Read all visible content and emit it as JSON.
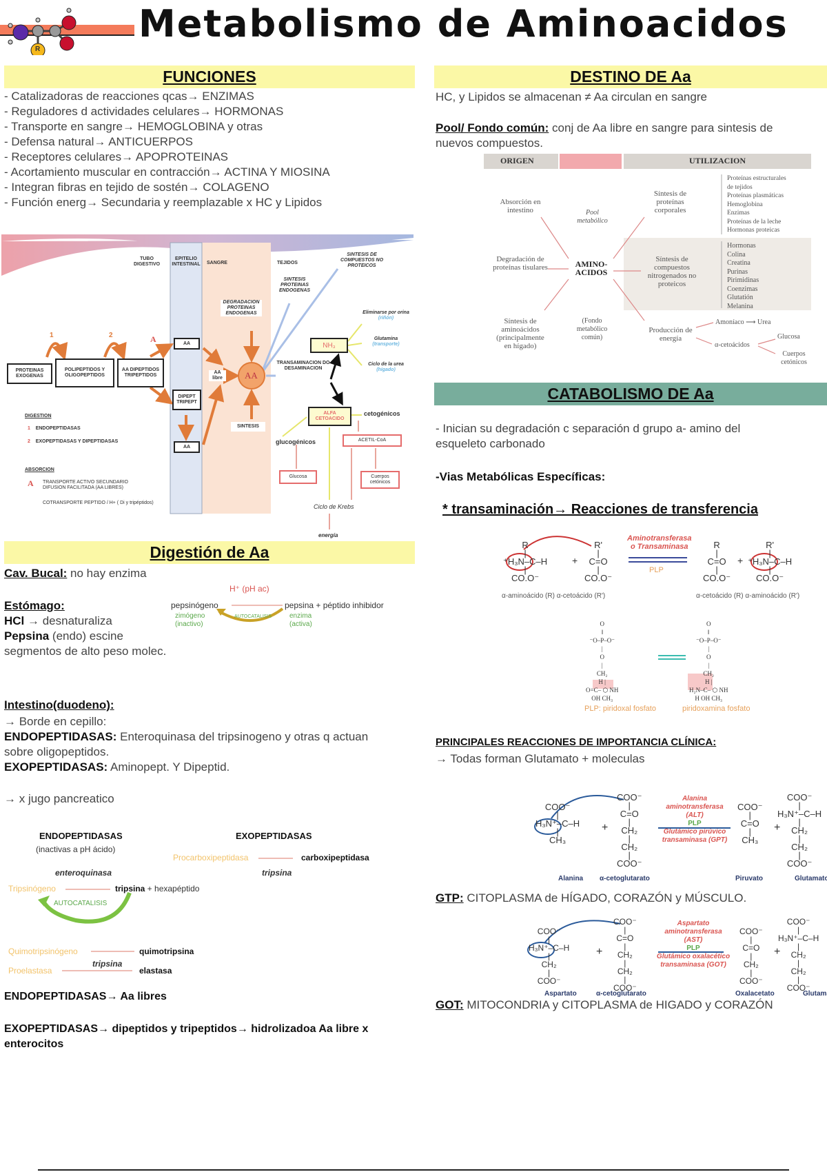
{
  "header": {
    "title": "Metabolismo de Aminoacidos",
    "logo_label": "R"
  },
  "colors": {
    "accent_line": "#f47b5b",
    "yellow_bar": "#fbf8a6",
    "teal_bar": "#78ad9c"
  },
  "funciones": {
    "title": "FUNCIONES",
    "items": [
      "- Catalizadoras de reacciones qcas→  ENZIMAS",
      "- Reguladores d actividades celulares→  HORMONAS",
      "- Transporte en sangre→  HEMOGLOBINA y otras",
      "- Defensa natural→  ANTICUERPOS",
      "- Receptores celulares→  APOPROTEINAS",
      "- Acortamiento muscular en contracción→  ACTINA Y MIOSINA",
      "- Integran fibras en tejido de sostén→  COLAGENO",
      "- Función energ→  Secundaria y reemplazable x HC y Lipidos"
    ]
  },
  "diagram": {
    "tubo": "TUBO DIGESTIVO",
    "epitelio": "EPITELIO INTESTINAL",
    "sangre": "SANGRE",
    "tejidos": "TEJIDOS",
    "sintesis_no_prot": "SINTESIS DE COMPUESTOS NO PROTEICOS",
    "sintesis_prot": "SINTESIS PROTEINAS ENDOGENAS",
    "degradacion": "DEGRADACION PROTEINAS ENDOGENAS",
    "sintesis": "SINTESIS",
    "proteinas": "PROTEINAS EXOGENAS",
    "polipeptidos": "POLIPEPTIDOS Y OLIGOPEPTIDOS",
    "aa_di": "AA DIPEPTIDOS TRIPEPTIDOS",
    "aa": "AA",
    "dipept": "DIPEPT TRIPEPT",
    "aa_libre": "AA libre",
    "aa_circle": "AA",
    "step1": "1",
    "step2": "2",
    "stepA": "A",
    "nh3": "NH₃",
    "eliminarse": "Eliminarse por orina",
    "eliminarse_b": "(riñón)",
    "glutamina": "Glutamina",
    "glutamina_b": "(transporte)",
    "ciclo_urea": "Ciclo de la urea",
    "ciclo_urea_b": "(hígado)",
    "transaminacion": "TRANSAMINACION DO DESAMINACION",
    "alfa": "ALFA CETOACIDO",
    "cetogenicos": "cetogénicos",
    "glucogenicos": "glucogénicos",
    "glucosa": "Glucosa",
    "acetil": "ACETIL-CoA",
    "cuerpos": "Cuerpos cetónicos",
    "krebs": "Ciclo de Krebs",
    "energia": "energía",
    "legend_digestion": "DIGESTION",
    "legend_1": "ENDOPEPTIDASAS",
    "legend_2": "EXOPEPTIDASAS Y DIPEPTIDASAS",
    "legend_absorcion": "ABSORCION",
    "legend_A1": "TRANSPORTE ACTIVO SECUNDARIO",
    "legend_A2": "DIFUSION FACILITADA (AA LIBRES)",
    "legend_cotransporte": "COTRANSPORTE PEPTIDO / H+ ( Di y tripéptidos)"
  },
  "digestion": {
    "title": "Digestión de Aa",
    "cav_label": "Cav. Bucal:",
    "cav_text": " no hay enzima",
    "est_label": "Estómago:",
    "hcl_label": "HCl",
    "hcl_text": " → desnaturaliza",
    "pepsina_label": "Pepsina",
    "pepsina_text": " (endo) escine",
    "segmentos": "segmentos de alto peso molec.",
    "pep_h": "H⁺ (pH ac)",
    "pep_pepsinogeno": "pepsinógeno",
    "pep_product": "pepsina  +  péptido inhibidor",
    "pep_zimogeno": "zimógeno",
    "pep_inactivo": "(inactivo)",
    "pep_auto": "AUTOCATALISIS",
    "pep_enzima": "enzima",
    "pep_activa": "(activa)",
    "int_label": "Intestino(duodeno):",
    "borde": "→ Borde en cepillo:",
    "endo_label": "ENDOPEPTIDASAS:",
    "endo_text": " Enteroquinasa del tripsinogeno y otras q actuan",
    "endo_text2": "sobre oligopeptidos.",
    "exo_label": "EXOPEPTIDASAS:",
    "exo_text": " Aminopept. Y Dipeptid.",
    "jugo": "→ x jugo pancreatico",
    "endo_h": "ENDOPEPTIDASAS",
    "endo_sub": "(inactivas a pH ácido)",
    "exo_h": "EXOPEPTIDASAS",
    "procarb": "Procarboxipeptidasa",
    "carbox": "carboxipeptidasa",
    "tripsina_lbl1": "tripsina",
    "enteroq": "enteroquinasa",
    "tripsinogeno": "Tripsinógeno",
    "tripsina": "tripsina",
    "hexa": " + hexapéptido",
    "auto": "AUTOCATALISIS",
    "quimog": "Quimotripsinógeno",
    "quimo": "quimotripsina",
    "tripsina_lbl2": "tripsina",
    "proel": "Proelastasa",
    "elast": "elastasa",
    "sum1_a": "ENDOPEPTIDASAS",
    "sum1_b": "→ Aa libres",
    "sum2_a": "EXOPEPTIDASAS",
    "sum2_b": "→ dipeptidos y tripeptidos→ hidrolizadoa Aa libre x",
    "sum2_c": "enterocitos"
  },
  "destino": {
    "title": "DESTINO DE Aa",
    "line1": "HC, y Lipidos se almacenan ≠ Aa circulan en sangre",
    "pool_label": "Pool/ Fondo común:",
    "pool_text": " conj de Aa libre en sangre para sintesis de",
    "pool_text2": "nuevos compuestos.",
    "table": {
      "origen": "ORIGEN",
      "utilizacion": "UTILIZACION",
      "abs": "Absorción en intestino",
      "pool": "Pool metabólico",
      "degr": "Degradación de proteínas tisulares",
      "amino": "AMINO-ACIDOS",
      "sint_aa": "Síntesis de aminoácidos (principalmente en hígado)",
      "fondo": "(Fondo metabólico común)",
      "sint_prot": "Síntesis de proteínas corporales",
      "prot_list": [
        "Proteínas estructurales",
        "de tejidos",
        "Proteínas plasmáticas",
        "Hemoglobina",
        "Enzimas",
        "Proteínas de la leche",
        "Hormonas proteicas"
      ],
      "sint_comp": "Síntesis de compuestos nitrogenados no proteicos",
      "comp_list": [
        "Hormonas",
        "Colina",
        "Creatina",
        "Purinas",
        "Pirimidinas",
        "Coenzimas",
        "Glutatión",
        "Melanina"
      ],
      "prod_en": "Producción de energía",
      "amoniaco": "Amoníaco ⟶ Urea",
      "cetoacidos": "α-cetoácidos",
      "glucosa": "Glucosa",
      "cuerpos": "Cuerpos cetónicos"
    }
  },
  "catabolismo": {
    "title": "CATABOLISMO DE Aa",
    "line1": "- Inician su degradación c separación d grupo a- amino del",
    "line2": "esqueleto carbonado",
    "vias": "-Vias Metabólicas Específicas:",
    "trans": "* transaminación→  Reacciones de transferencia",
    "rx": {
      "s1": [
        "R",
        "|",
        "⁺H₃N–C–H",
        "|",
        "CO.O⁻"
      ],
      "s2": [
        "R'",
        "|",
        "C=O",
        "|",
        "CO.O⁻"
      ],
      "s3": [
        "R",
        "|",
        "C=O",
        "|",
        "CO.O⁻"
      ],
      "s4": [
        "R'",
        "|",
        "⁺H₃N–C–H",
        "|",
        "CO.O⁻"
      ],
      "plus": "+",
      "enzyme1": "Aminotransferasa",
      "enzyme2": "o Transaminasa",
      "plp": "PLP",
      "lbl_left": "α-aminoácido (R)  α-cetoácido (R')",
      "lbl_right": "α-cetoácido (R)  α-aminoácido (R')"
    },
    "plp": {
      "s1": [
        "O",
        "‖",
        "⁻O–P–O⁻",
        "|",
        "O",
        "|",
        "CH₂",
        "H  |",
        "O=C– ⬡ NH",
        "OH  CH₃"
      ],
      "s2": [
        "O",
        "‖",
        "⁻O–P–O⁻",
        "|",
        "O",
        "|",
        "CH₂",
        "H  |",
        "H₂N–C– ⬡ NH",
        "H  OH  CH₃"
      ],
      "cap1": "PLP: piridoxal fosfato",
      "cap2": "piridoxamina fosfato"
    },
    "principales": "PRINCIPALES REACCIONES DE IMPORTANCIA CLÍNICA:",
    "todas": "→ Todas forman Glutamato + moleculas",
    "alt": {
      "s1": [
        "COO⁻",
        "|",
        "H₃N⁺–C–H",
        "|",
        "CH₃"
      ],
      "s2": [
        "COO⁻",
        "|",
        "C=O",
        "|",
        "CH₂",
        "|",
        "CH₂",
        "|",
        "COO⁻"
      ],
      "s3": [
        "COO⁻",
        "|",
        "C=O",
        "|",
        "CH₃"
      ],
      "s4": [
        "COO⁻",
        "|",
        "H₃N⁺–C–H",
        "|",
        "CH₂",
        "|",
        "CH₂",
        "|",
        "COO⁻"
      ],
      "e1": "Alanina",
      "e2": "aminotransferasa",
      "e3": "(ALT)",
      "plp": "PLP",
      "e4": "Glutámico pirúvico",
      "e5": "transaminasa (GPT)",
      "n1": "Alanina",
      "n2": "α-cetoglutarato",
      "n3": "Piruvato",
      "n4": "Glutamato"
    },
    "gtp_label": "GTP:",
    "gtp_text": " CITOPLASMA de HÍGADO, CORAZÓN y MÚSCULO.",
    "ast": {
      "s1": [
        "COO⁻",
        "|",
        "H₃N⁺–C–H",
        "|",
        "CH₂",
        "|",
        "COO⁻"
      ],
      "s2": [
        "COO⁻",
        "|",
        "C=O",
        "|",
        "CH₂",
        "|",
        "CH₂",
        "|",
        "COO⁻"
      ],
      "s3": [
        "COO⁻",
        "|",
        "C=O",
        "|",
        "CH₂",
        "|",
        "COO⁻"
      ],
      "s4": [
        "COO⁻",
        "|",
        "H₃N⁺–C–H",
        "|",
        "CH₂",
        "|",
        "CH₂",
        "|",
        "COO⁻"
      ],
      "e1": "Aspartato",
      "e2": "aminotransferasa",
      "e3": "(AST)",
      "plp": "PLP",
      "e4": "Glutámico oxalacético",
      "e5": "transaminasa (GOT)",
      "n1": "Aspartato",
      "n2": "α-cetoglutarato",
      "n3": "Oxalacetato",
      "n4": "Glutamato"
    },
    "got_label": "GOT:",
    "got_text": "  MITOCONDRIA y CITOPLASMA de HIGADO y CORAZÓN"
  }
}
